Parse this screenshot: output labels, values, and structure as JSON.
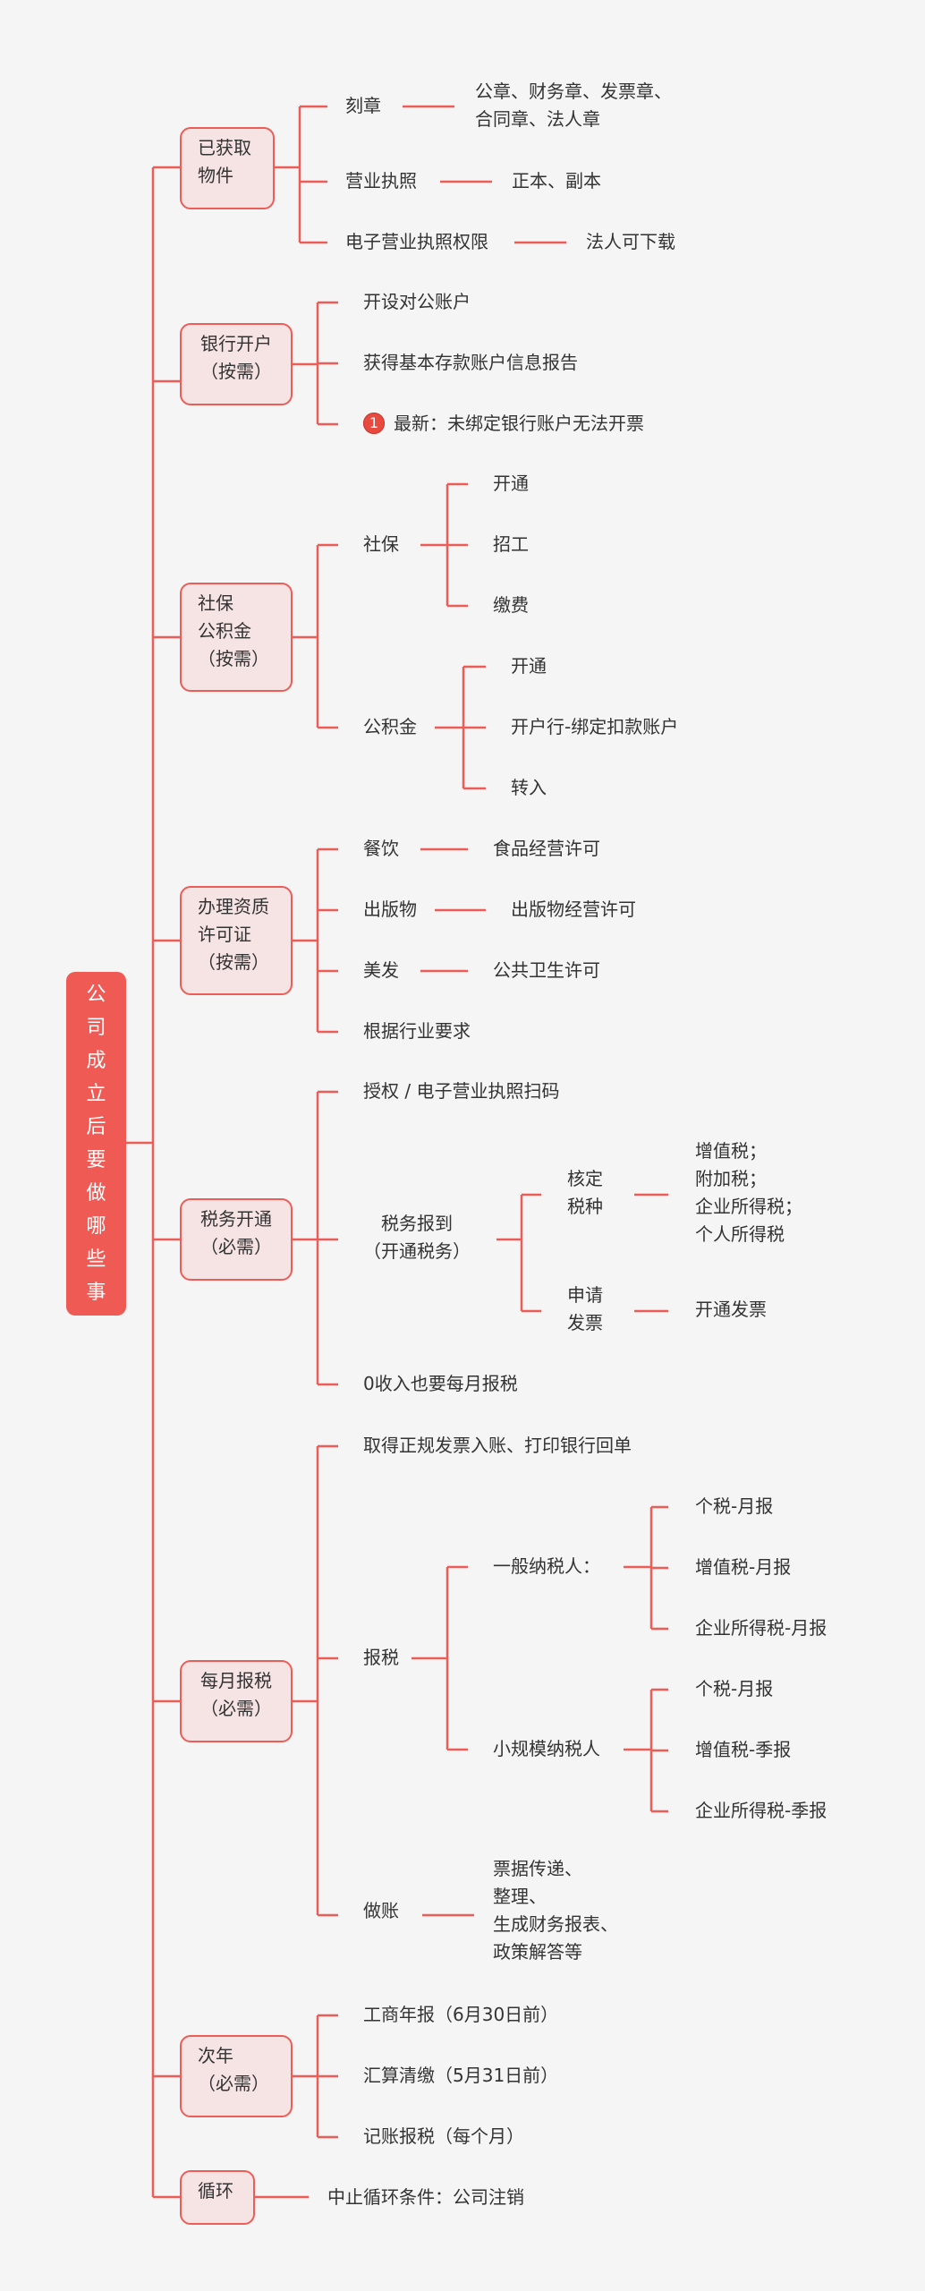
{
  "title": "公司成立后要做哪些事",
  "colors": {
    "line": "#ee5c57",
    "root_fill": "#f05a54",
    "box_fill": "#f6e3e3",
    "text": "#333333",
    "badge": "#e84a3f",
    "background": "#f5f5f5"
  },
  "branches": [
    {
      "label": "已获取\n物件",
      "children": [
        {
          "label": "刻章",
          "detail": "公章、财务章、发票章、\n合同章、法人章"
        },
        {
          "label": "营业执照",
          "detail": "正本、副本"
        },
        {
          "label": "电子营业执照权限",
          "detail": "法人可下载"
        }
      ]
    },
    {
      "label": "银行开户\n（按需）",
      "children": [
        {
          "label": "开设对公账户"
        },
        {
          "label": "获得基本存款账户信息报告"
        },
        {
          "label": "最新：未绑定银行账户无法开票",
          "badge": "1",
          "badge_icon": "priority-1-icon"
        }
      ]
    },
    {
      "label": "社保\n公积金\n（按需）",
      "children": [
        {
          "label": "社保",
          "children": [
            "开通",
            "招工",
            "缴费"
          ]
        },
        {
          "label": "公积金",
          "children": [
            "开通",
            "开户行-绑定扣款账户",
            "转入"
          ]
        }
      ]
    },
    {
      "label": "办理资质\n许可证\n（按需）",
      "children": [
        {
          "label": "餐饮",
          "detail": "食品经营许可"
        },
        {
          "label": "出版物",
          "detail": "出版物经营许可"
        },
        {
          "label": "美发",
          "detail": "公共卫生许可"
        },
        {
          "label": "根据行业要求"
        }
      ]
    },
    {
      "label": "税务开通\n（必需）",
      "children": [
        {
          "label": "授权 / 电子营业执照扫码"
        },
        {
          "label": "税务报到\n（开通税务）",
          "children": [
            {
              "label": "核定\n税种",
              "detail": "增值税；\n附加税；\n企业所得税；\n个人所得税"
            },
            {
              "label": "申请\n发票",
              "detail": "开通发票"
            }
          ]
        },
        {
          "label": "0收入也要每月报税"
        }
      ]
    },
    {
      "label": "每月报税\n（必需）",
      "children": [
        {
          "label": "取得正规发票入账、打印银行回单"
        },
        {
          "label": "报税",
          "children": [
            {
              "label": "一般纳税人：",
              "children": [
                "个税-月报",
                "增值税-月报",
                "企业所得税-月报"
              ]
            },
            {
              "label": "小规模纳税人",
              "children": [
                "个税-月报",
                "增值税-季报",
                "企业所得税-季报"
              ]
            }
          ]
        },
        {
          "label": "做账",
          "detail": "票据传递、\n整理、\n生成财务报表、\n政策解答等"
        }
      ]
    },
    {
      "label": "次年\n（必需）",
      "children": [
        {
          "label": "工商年报（6月30日前）"
        },
        {
          "label": "汇算清缴（5月31日前）"
        },
        {
          "label": "记账报税（每个月）"
        }
      ]
    },
    {
      "label": "循环",
      "children": [
        {
          "label": "中止循环条件：公司注销"
        }
      ]
    }
  ]
}
